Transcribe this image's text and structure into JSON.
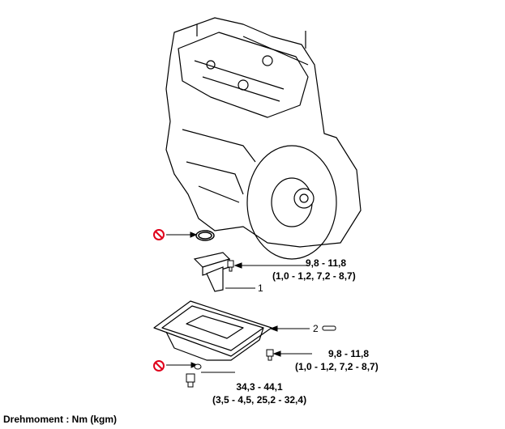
{
  "torque_specs": [
    {
      "nm": "9,8 - 11,8",
      "detail": "(1,0 - 1,2, 7,2 - 8,7)"
    },
    {
      "nm": "9,8 - 11,8",
      "detail": "(1,0 - 1,2, 7,2 - 8,7)"
    },
    {
      "nm": "34,3 - 44,1",
      "detail": "(3,5 - 4,5, 25,2 - 32,4)"
    }
  ],
  "part_labels": [
    "1",
    "2"
  ],
  "footer": "Drehmoment : Nm (kgm)",
  "colors": {
    "no_reuse_symbol": "#e0001b"
  }
}
